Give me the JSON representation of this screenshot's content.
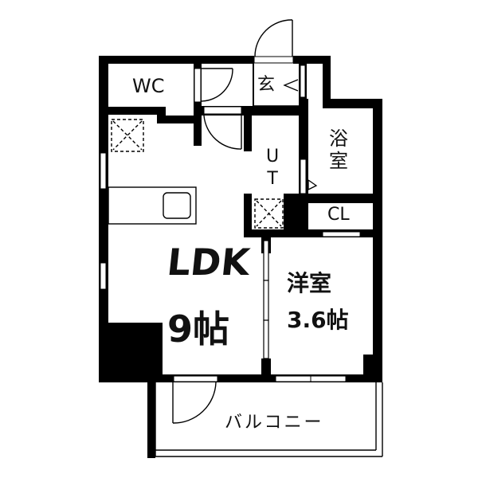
{
  "floorplan": {
    "rooms": {
      "wc": {
        "label": "WC"
      },
      "entrance": {
        "label": "玄"
      },
      "utility": {
        "label_line1": "U",
        "label_line2": "T"
      },
      "bath": {
        "label_line1": "浴",
        "label_line2": "室"
      },
      "closet": {
        "label": "CL"
      },
      "ldk": {
        "label": "LDK",
        "size": "9帖"
      },
      "western_room": {
        "label": "洋室",
        "size": "3.6帖"
      },
      "balcony": {
        "label": "バルコニー"
      }
    },
    "colors": {
      "wall": "#000000",
      "background": "#ffffff",
      "line": "#111111"
    }
  }
}
